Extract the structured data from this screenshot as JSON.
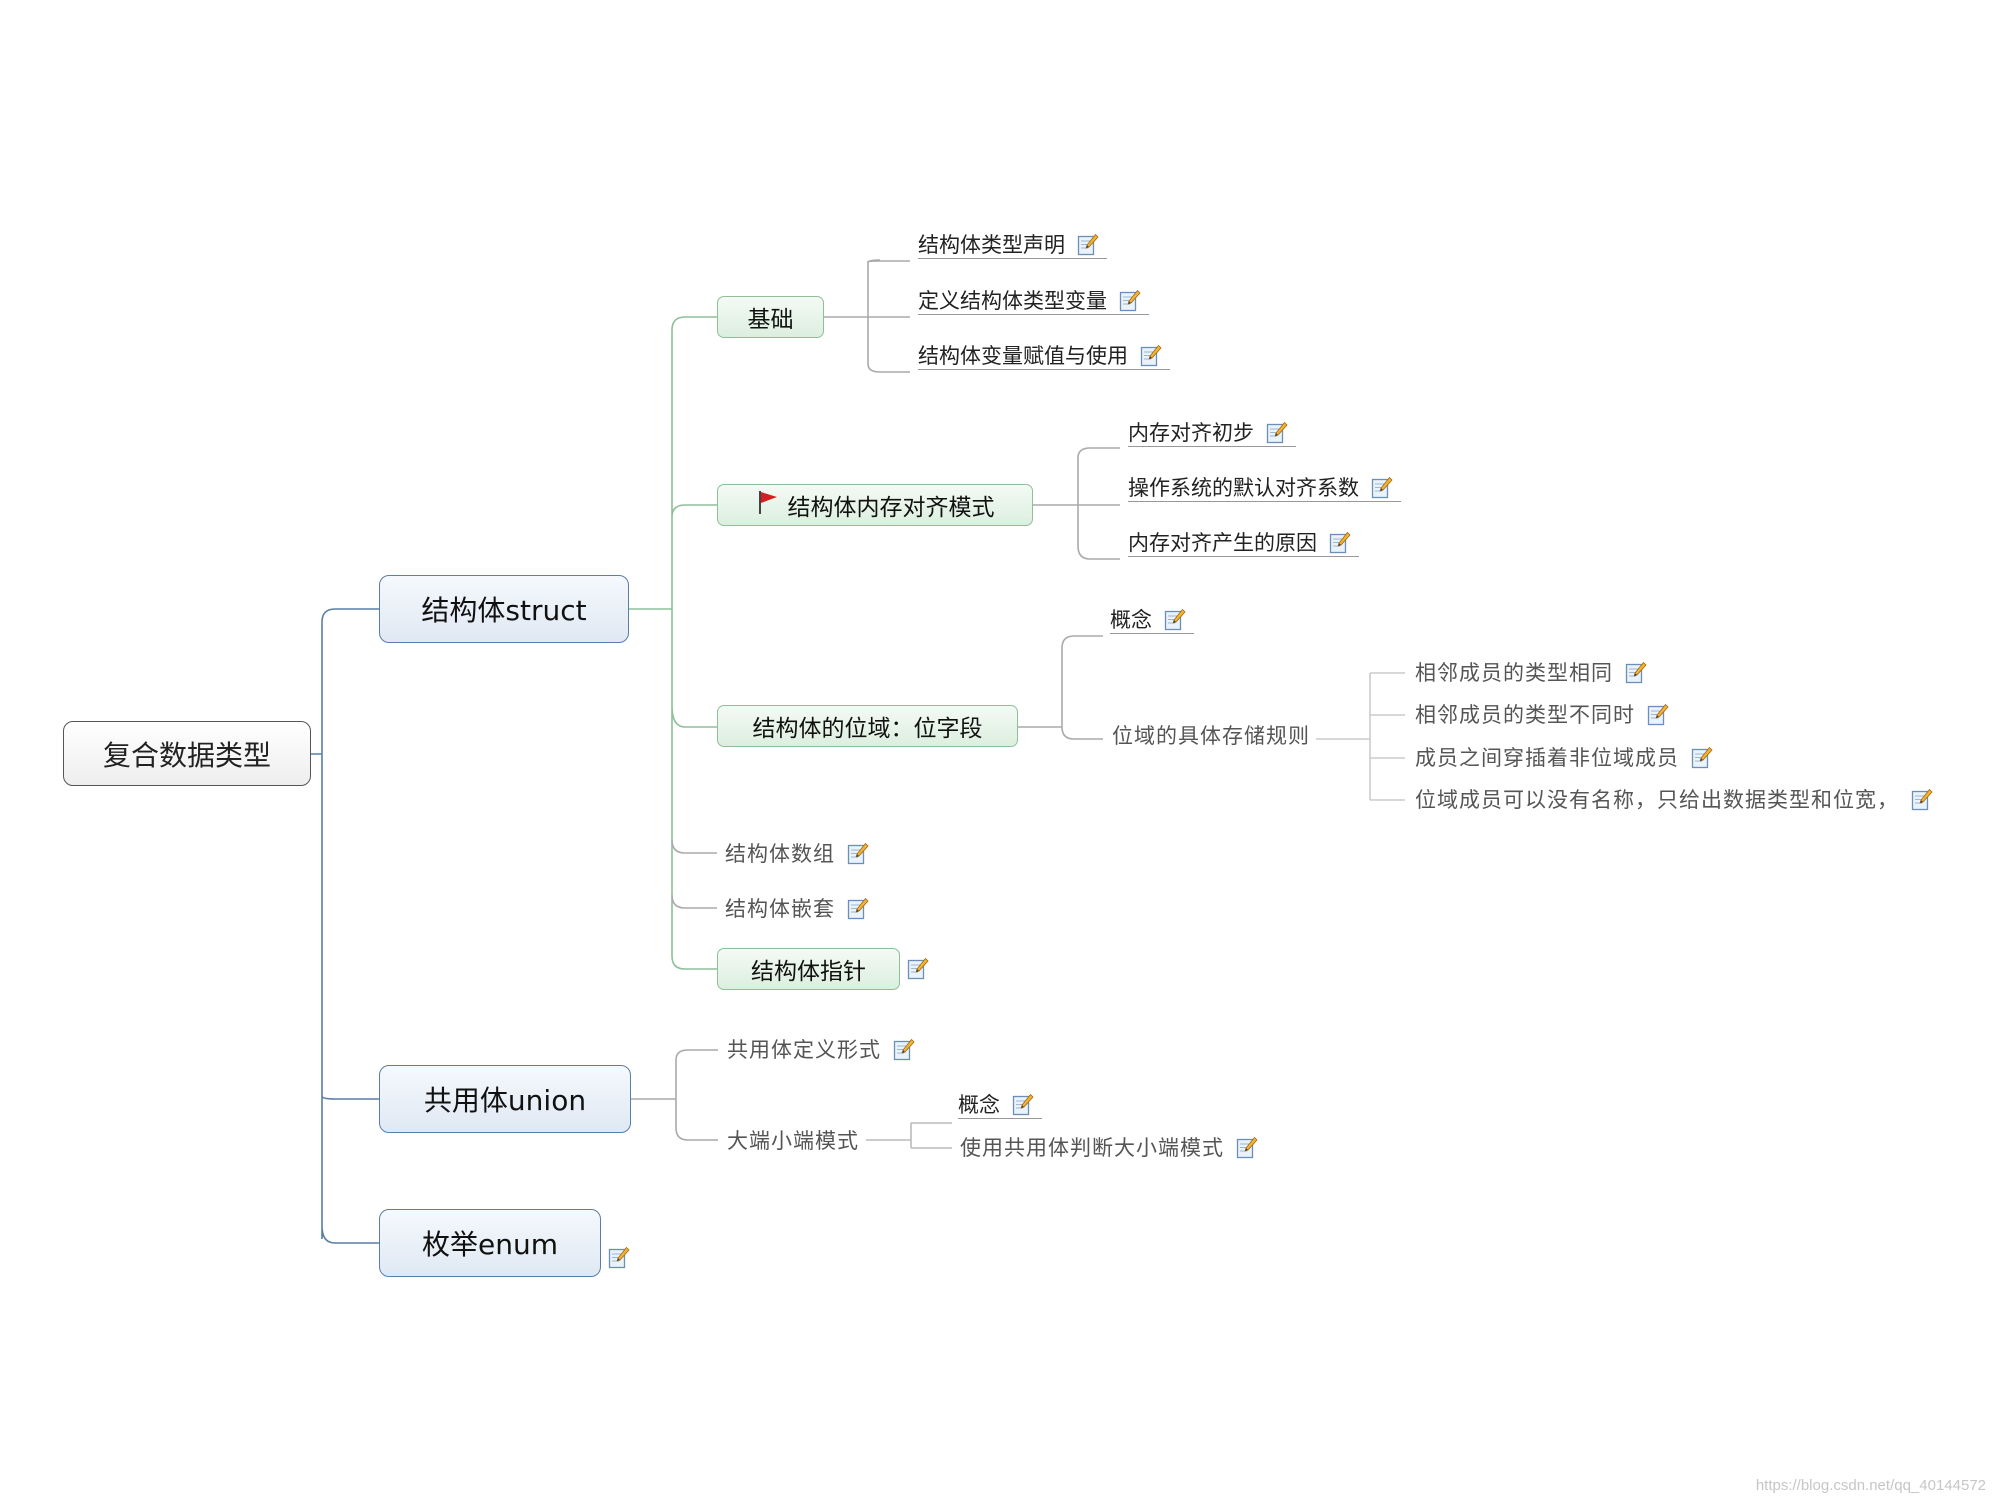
{
  "root": {
    "label": "复合数据类型"
  },
  "struct": {
    "label": "结构体struct",
    "basics": {
      "label": "基础",
      "items": [
        "结构体类型声明",
        "定义结构体类型变量",
        "结构体变量赋值与使用"
      ]
    },
    "alignment": {
      "label": "结构体内存对齐模式",
      "items": [
        "内存对齐初步",
        "操作系统的默认对齐系数",
        "内存对齐产生的原因"
      ]
    },
    "bitfield": {
      "label": "结构体的位域：位字段",
      "concept": "概念",
      "rules_label": "位域的具体存储规则",
      "rules": [
        "相邻成员的类型相同",
        "相邻成员的类型不同时",
        "成员之间穿插着非位域成员",
        "位域成员可以没有名称，只给出数据类型和位宽，"
      ]
    },
    "array": "结构体数组",
    "nesting": "结构体嵌套",
    "pointer": {
      "label": "结构体指针"
    }
  },
  "union": {
    "label": "共用体union",
    "definition": "共用体定义形式",
    "endian": {
      "label": "大端小端模式",
      "concept": "概念",
      "judge": "使用共用体判断大小端模式"
    }
  },
  "enum": {
    "label": "枚举enum"
  },
  "icons": {
    "note": "note-pencil-icon",
    "flag": "red-flag-icon"
  },
  "colors": {
    "main_border": "#5a7fa6",
    "sub_border": "#8fbf99",
    "flag": "#d42020"
  },
  "watermark": "https://blog.csdn.net/qq_40144572"
}
